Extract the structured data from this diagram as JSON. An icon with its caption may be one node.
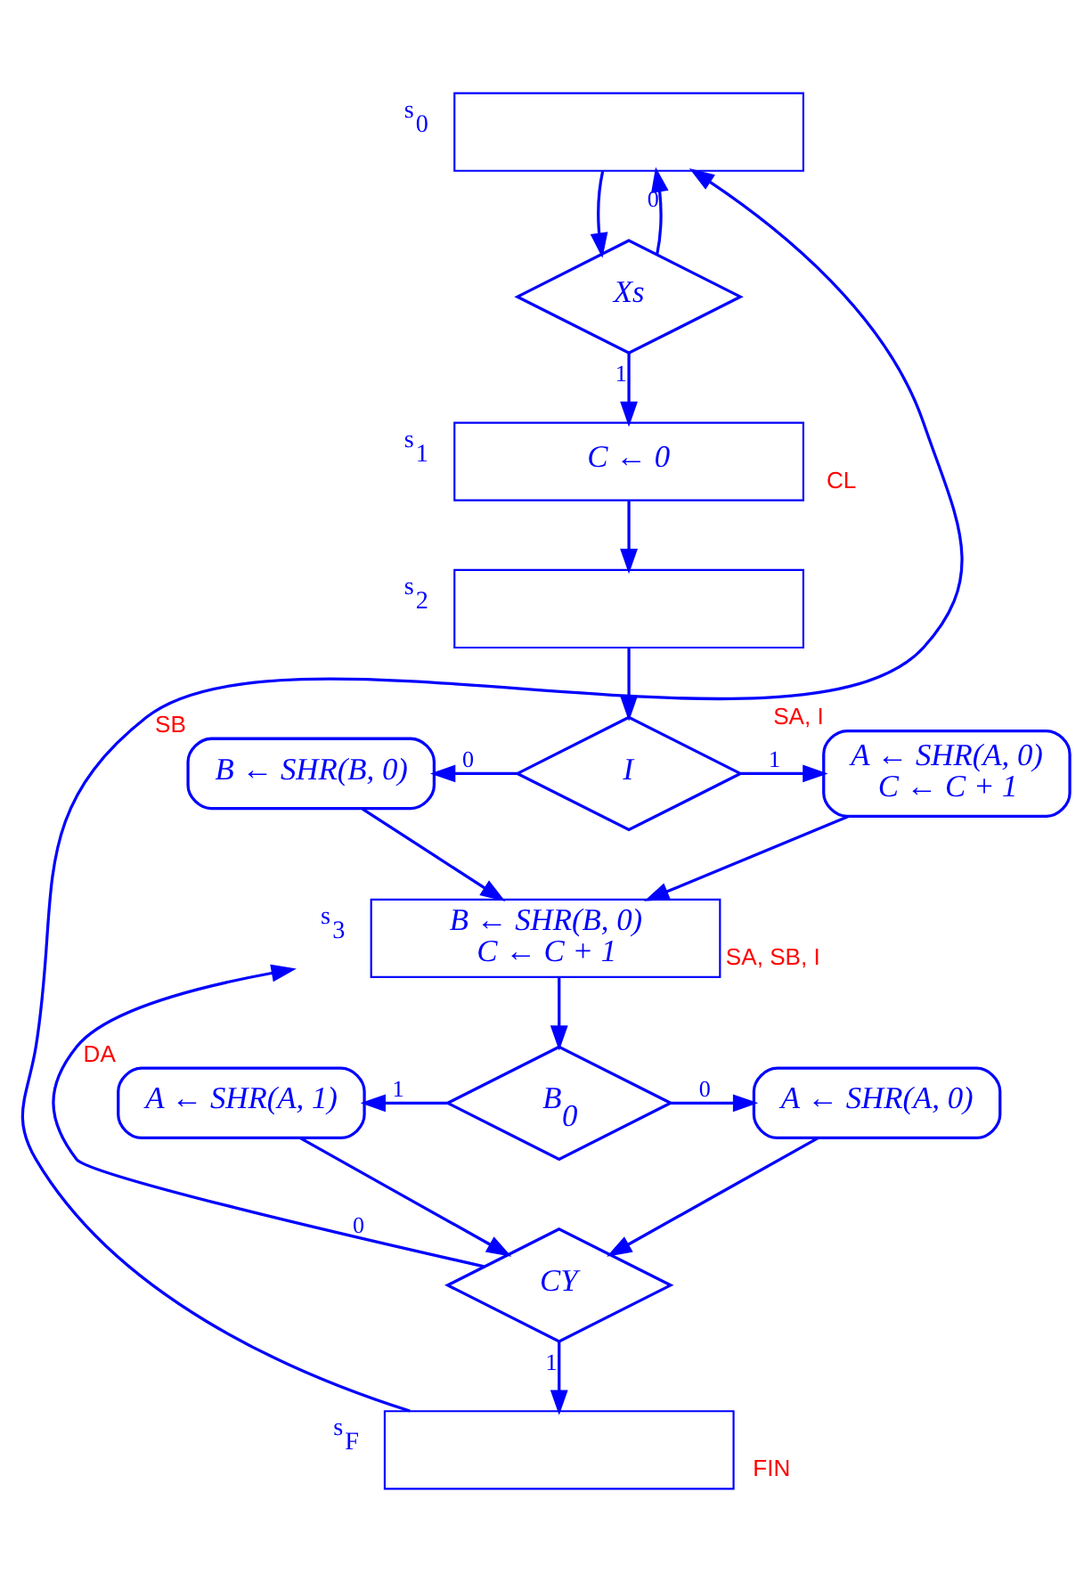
{
  "diagram": {
    "nodes": [
      {
        "text": [],
        "shape": "box",
        "beside": [
          "s$_{0}$"
        ]
      },
      {
        "text": [
          "Xs"
        ]
      },
      {
        "text": [
          "C ← 0"
        ],
        "beside": [
          "s$_{1}$",
          "CL"
        ]
      },
      {
        "text": [],
        "shape": "box",
        "beside": [
          "s$_{2}$"
        ]
      },
      {
        "text": [
          "I"
        ]
      },
      {
        "text": [
          "B ← SHR(B, 0)"
        ],
        "beside": [
          "SB"
        ]
      },
      {
        "text": [
          "A ← SHR(A, 0)",
          "C ← C + 1"
        ],
        "beside": [
          "SA, I"
        ]
      },
      {
        "text": [
          "B ← SHR(B, 0)",
          "C ← C + 1"
        ],
        "beside": [
          "s$_{3}$",
          "SA, SB, I"
        ]
      },
      {
        "text": [
          "B$_{0}$"
        ]
      },
      {
        "text": [
          "A ← SHR(A, 1)"
        ],
        "beside": [
          "DA"
        ]
      },
      {
        "text": [
          "A ← SHR(A, 0)"
        ]
      },
      {
        "text": [
          "CY"
        ]
      },
      {
        "text": [],
        "shape": "box",
        "beside": [
          "s$_{F}$",
          "FIN"
        ]
      }
    ],
    "edges": [
      {
        "from": 0,
        "to": 1,
        "arrow": "to"
      },
      {
        "from": 1,
        "to": 0,
        "arrow": "to",
        "label": "0"
      },
      {
        "from": 1,
        "to": 2,
        "arrow": "to",
        "label": "1"
      },
      {
        "from": 2,
        "to": 3,
        "arrow": "to"
      },
      {
        "from": 3,
        "to": 4,
        "arrow": "to"
      },
      {
        "from": 4,
        "to": 5,
        "arrow": "to",
        "label": "0"
      },
      {
        "from": 4,
        "to": 6,
        "arrow": "to",
        "label": "1"
      },
      {
        "from": 5,
        "to": 7,
        "arrow": "to"
      },
      {
        "from": 6,
        "to": 7,
        "arrow": "to"
      },
      {
        "from": 7,
        "to": 8,
        "arrow": "to"
      },
      {
        "from": 8,
        "to": 9,
        "arrow": "to",
        "label": "1"
      },
      {
        "from": 8,
        "to": 10,
        "arrow": "to",
        "label": "0"
      },
      {
        "from": 9,
        "to": 11,
        "arrow": "to"
      },
      {
        "from": 10,
        "to": 11,
        "arrow": "to"
      },
      {
        "from": 11,
        "to": 7,
        "arrow": "to",
        "label": "0"
      },
      {
        "from": 11,
        "to": 12,
        "arrow": "to",
        "label": "1"
      },
      {
        "from": 12,
        "to": 0,
        "arrow": "to"
      }
    ]
  }
}
